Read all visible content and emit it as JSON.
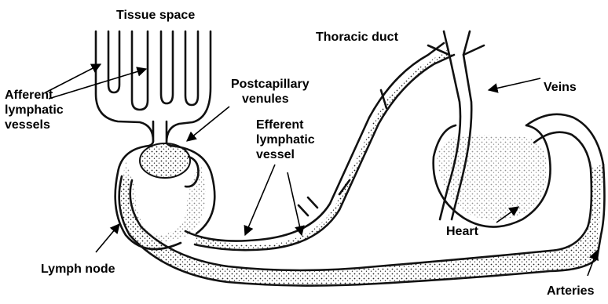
{
  "labels": {
    "tissue_space": "Tissue space",
    "thoracic_duct": "Thoracic duct",
    "afferent": [
      "Afferent",
      "lymphatic",
      "vessels"
    ],
    "postcapillary": [
      "Postcapillary",
      "venules"
    ],
    "efferent": [
      "Efferent",
      "lymphatic",
      "vessel"
    ],
    "veins": "Veins",
    "heart": "Heart",
    "lymph_node": "Lymph node",
    "arteries": "Arteries"
  }
}
